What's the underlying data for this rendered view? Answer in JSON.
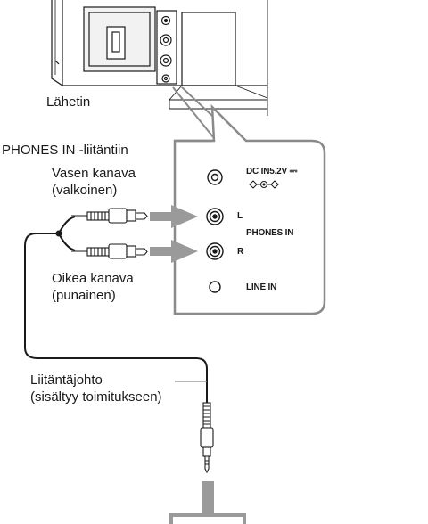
{
  "labels": {
    "transmitter": "Lähetin",
    "phones_in_jack": "PHONES IN -liitäntiin",
    "left_channel_line1": "Vasen kanava",
    "left_channel_line2": "(valkoinen)",
    "right_channel_line1": "Oikea kanava",
    "right_channel_line2": "(punainen)",
    "cable_line1": "Liitäntäjohto",
    "cable_line2": "(sisältyy toimitukseen)"
  },
  "panel": {
    "dc_in": "DC IN5.2V",
    "dc_in_symbol": "⎓",
    "l_mark": "L",
    "phones_in": "PHONES IN",
    "r_mark": "R",
    "line_in": "LINE IN"
  },
  "colors": {
    "line": "#1a1a1a",
    "panel_border": "#8a8a8a",
    "device_fill": "#f2f2f2",
    "arrow_fill": "#9a9a9a"
  }
}
